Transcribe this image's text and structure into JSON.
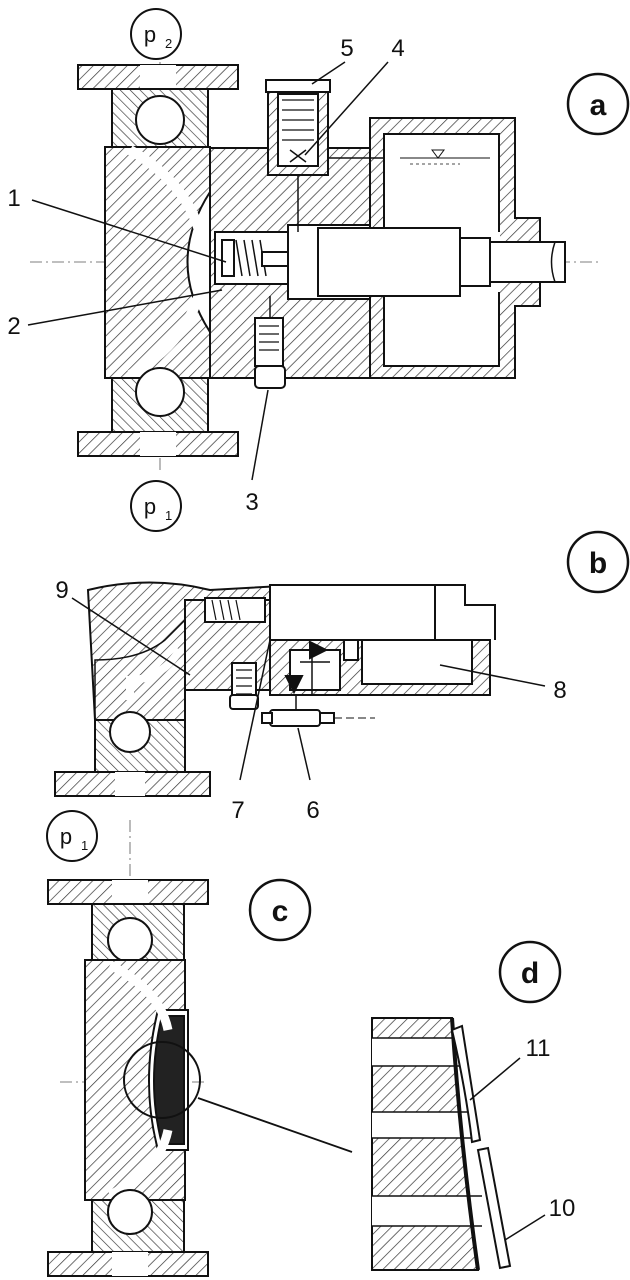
{
  "panels": {
    "a": "a",
    "b": "b",
    "c": "c",
    "d": "d"
  },
  "pressures": {
    "p2": {
      "base": "p",
      "sub": "2"
    },
    "p1_a": {
      "base": "p",
      "sub": "1"
    },
    "p1_c": {
      "base": "p",
      "sub": "1"
    }
  },
  "parts": {
    "n1": "1",
    "n2": "2",
    "n3": "3",
    "n4": "4",
    "n5": "5",
    "n6": "6",
    "n7": "7",
    "n8": "8",
    "n9": "9",
    "n10": "10",
    "n11": "11"
  },
  "colors": {
    "ink": "#111111",
    "hatch": "#333333",
    "paper": "#ffffff"
  }
}
